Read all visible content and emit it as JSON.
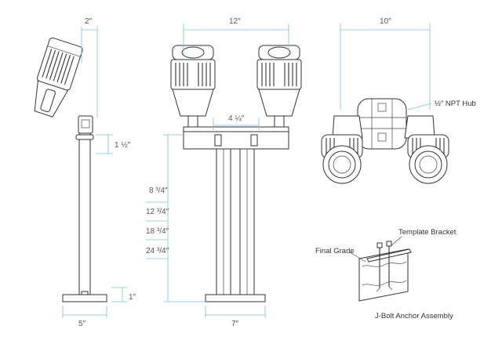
{
  "dimensions": {
    "head_width": "2″",
    "arm_height": "1 ½″",
    "base_height": "1″",
    "single_base_width": "5″",
    "dual_head_spacing": "12″",
    "center_spacing": "4 ¼″",
    "dual_base_width": "7″",
    "hub_head_spacing": "10″"
  },
  "heights": [
    "8 ³/4″",
    "12 ³/4″",
    "18 ³/4″",
    "24 ³/4″"
  ],
  "labels": {
    "npt_hub": "½″ NPT Hub",
    "template_bracket": "Template Bracket",
    "final_grade": "Final Grade",
    "anchor_assembly": "J-Bolt Anchor Assembly"
  }
}
